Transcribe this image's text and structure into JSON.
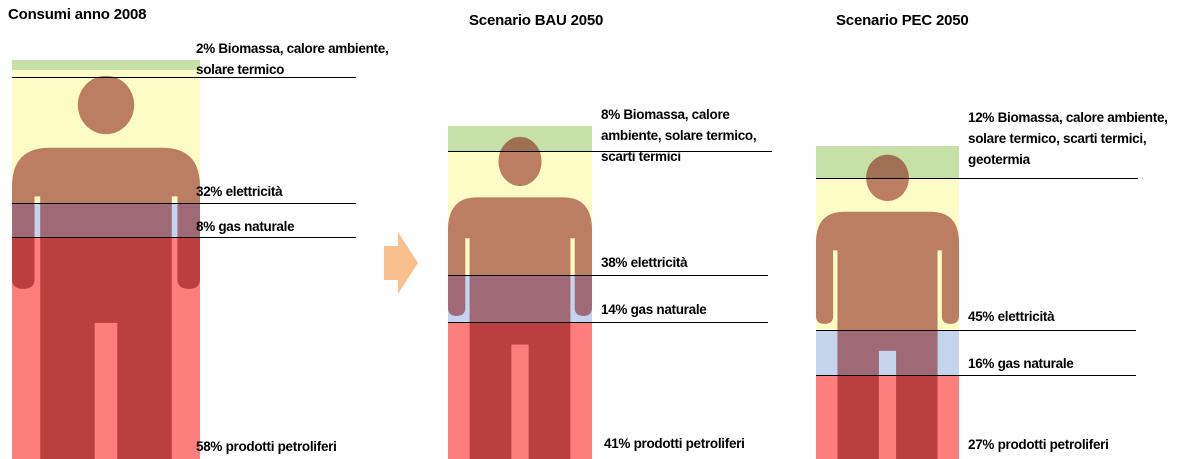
{
  "colors": {
    "biomass": "#c6e0a8",
    "electricity": "#fdfcc6",
    "gas": "#c4d4ec",
    "oil": "#fe7e7e",
    "person": "#7a0000",
    "arrow": "#f9c08e"
  },
  "panels": [
    {
      "title": "Consumi anno 2008",
      "segments": [
        {
          "key": "biomass",
          "label": "2% Biomassa, calore ambiente, solare termico"
        },
        {
          "key": "electricity",
          "label": "32% elettricità"
        },
        {
          "key": "gas",
          "label": "8% gas naturale"
        },
        {
          "key": "oil",
          "label": "58% prodotti petroliferi"
        }
      ]
    },
    {
      "title": "Scenario BAU 2050",
      "segments": [
        {
          "key": "biomass",
          "label": "8% Biomassa, calore ambiente, solare termico, scarti termici"
        },
        {
          "key": "electricity",
          "label": "38% elettricità"
        },
        {
          "key": "gas",
          "label": "14% gas naturale"
        },
        {
          "key": "oil",
          "label": "41% prodotti petroliferi"
        }
      ]
    },
    {
      "title": "Scenario PEC 2050",
      "segments": [
        {
          "key": "biomass",
          "label": "12% Biomassa, calore ambiente, solare termico, scarti termici, geotermia"
        },
        {
          "key": "electricity",
          "label": "45% elettricità"
        },
        {
          "key": "gas",
          "label": "16% gas naturale"
        },
        {
          "key": "oil",
          "label": "27% prodotti petroliferi"
        }
      ]
    }
  ],
  "arrow_icon": "right-arrow-icon"
}
